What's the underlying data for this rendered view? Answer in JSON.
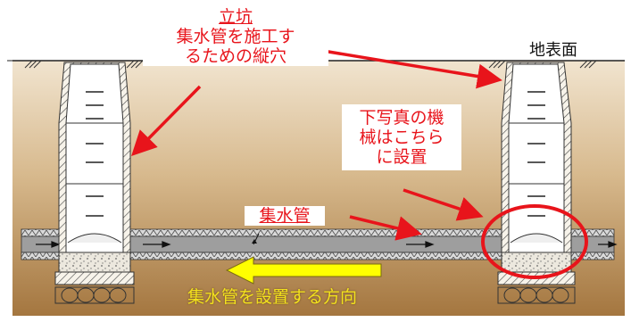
{
  "labels": {
    "shaft_title": "立坑",
    "shaft_line1": "集水管を施工す",
    "shaft_line2": "るための縦穴",
    "ground_surface": "地表面",
    "machine_line1": "下写真の機",
    "machine_line2": "械はこちら",
    "machine_line3": "に設置",
    "pipe": "集水管",
    "direction": "集水管を設置する方向"
  },
  "colors": {
    "annotation_red": "#e8141b",
    "direction_arrow_yellow": "#ffff00",
    "soil": "#c7a270",
    "pipe_fill": "#9e9e9e"
  },
  "icons": {
    "direction_arrow": "left-arrow",
    "machine_highlight": "red-ellipse"
  }
}
